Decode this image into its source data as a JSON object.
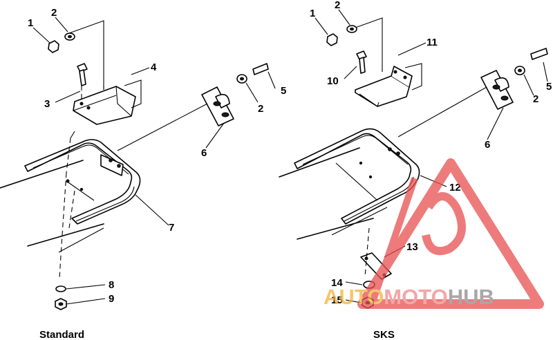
{
  "standard": {
    "caption": "Standard",
    "callouts": [
      "1",
      "2",
      "3",
      "4",
      "5",
      "2",
      "6",
      "7",
      "8",
      "9"
    ]
  },
  "sks": {
    "caption": "SKS",
    "callouts": [
      "1",
      "2",
      "10",
      "11",
      "5",
      "2",
      "6",
      "12",
      "13",
      "14",
      "15"
    ]
  },
  "watermark": {
    "parts": [
      "AUTO",
      "MOTO",
      "HUB"
    ],
    "colors": {
      "auto": "#f4b23a",
      "moto": "#f08a8a",
      "hub": "#8c8c8c",
      "triangle": "#e85050"
    }
  }
}
